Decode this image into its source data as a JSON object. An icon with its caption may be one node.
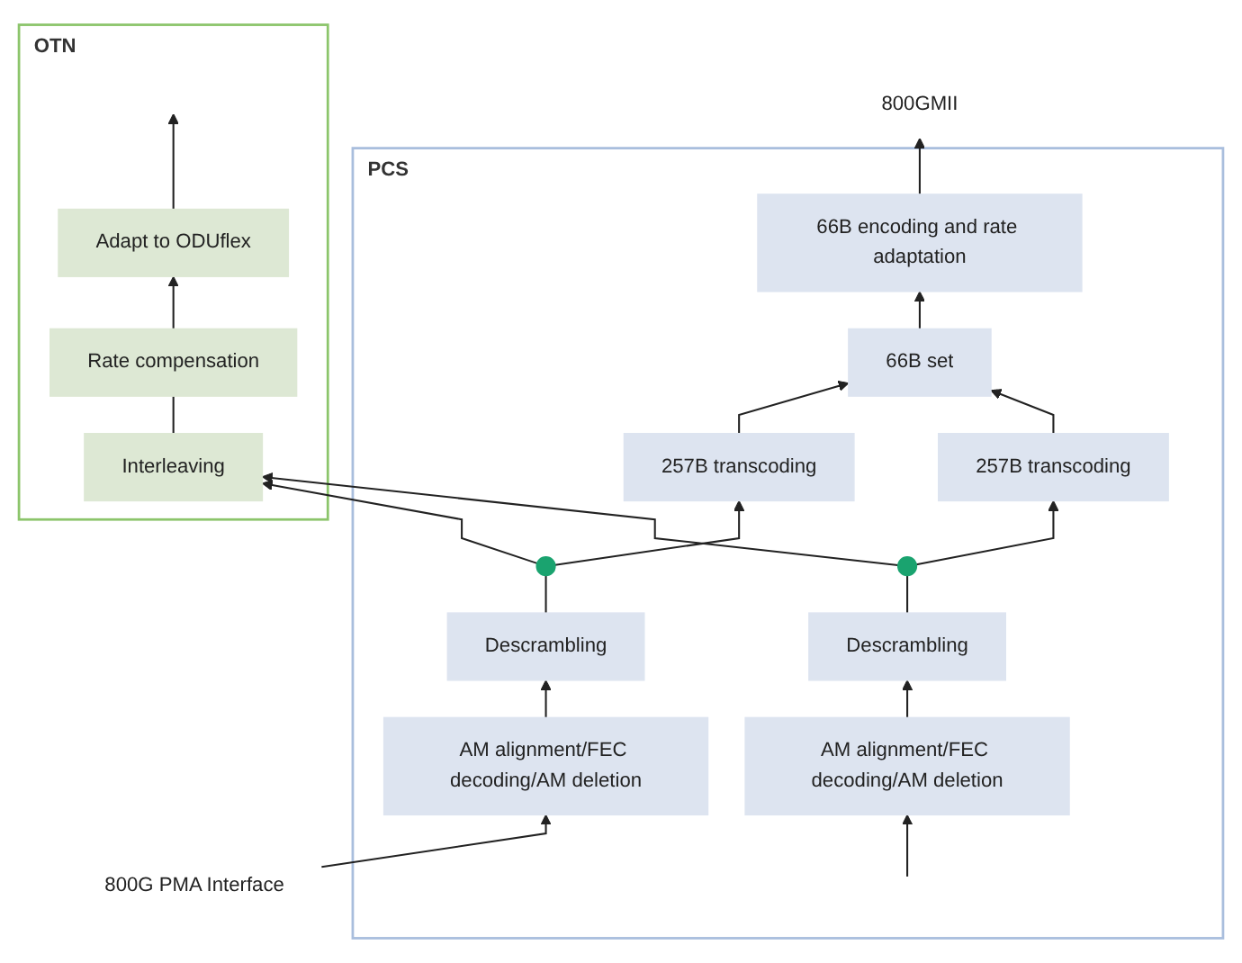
{
  "diagram": {
    "nodes": [
      {
        "text": [
          "PCS"
        ]
      },
      {
        "text": [
          "66B encoding and rate adaptation"
        ],
        "in": 0
      },
      {
        "text": [
          "66B set"
        ],
        "in": 0
      },
      {
        "text": [
          "257B transcoding"
        ],
        "in": 0
      },
      {
        "text": [
          "257B transcoding"
        ],
        "in": 0
      },
      {
        "text": [],
        "shape": "circle",
        "in": 0
      },
      {
        "text": [],
        "shape": "circle",
        "in": 0
      },
      {
        "text": [
          "Descrambling"
        ],
        "in": 0
      },
      {
        "text": [
          "Descrambling"
        ],
        "in": 0
      },
      {
        "text": [
          "AM alignment/FEC decoding/AM deletion"
        ],
        "in": 0
      },
      {
        "text": [
          "AM alignment/FEC decoding/AM deletion"
        ],
        "in": 0
      },
      {
        "text": [
          "800GMII"
        ]
      },
      {
        "text": [
          "800G PMA Interface"
        ]
      },
      {
        "text": [
          "OTN"
        ]
      },
      {
        "text": [
          "Interleaving"
        ],
        "in": 13
      },
      {
        "text": [
          "Rate compensation"
        ],
        "in": 13
      },
      {
        "text": [
          "Adapt to ODUflex"
        ],
        "in": 13
      }
    ],
    "edges": [
      {
        "from": 1,
        "to": 11,
        "arrow": "to"
      },
      {
        "from": 2,
        "to": 1,
        "arrow": "to"
      },
      {
        "from": 3,
        "to": 2,
        "arrow": "to"
      },
      {
        "from": 4,
        "to": 2,
        "arrow": "to"
      },
      {
        "from": 7,
        "to": 5,
        "arrow": "none"
      },
      {
        "from": 5,
        "to": 3,
        "arrow": "to"
      },
      {
        "from": 8,
        "to": 6,
        "arrow": "none"
      },
      {
        "from": 6,
        "to": 4,
        "arrow": "to"
      },
      {
        "from": 9,
        "to": 7,
        "arrow": "to"
      },
      {
        "from": 10,
        "to": 8,
        "arrow": "to"
      },
      {
        "from": 12,
        "to": 9,
        "arrow": "to"
      },
      {
        "from": null,
        "to": 10,
        "arrow": "to"
      },
      {
        "from": 5,
        "to": 14,
        "arrow": "to"
      },
      {
        "from": 6,
        "to": 14,
        "arrow": "to"
      },
      {
        "from": 14,
        "to": 15,
        "arrow": "none"
      },
      {
        "from": 15,
        "to": 16,
        "arrow": "to"
      },
      {
        "from": 16,
        "to": null,
        "arrow": "to"
      }
    ]
  }
}
